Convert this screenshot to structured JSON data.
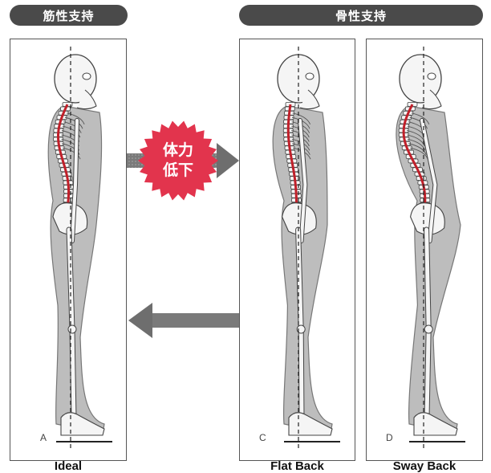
{
  "headers": {
    "muscle_support": "筋性支持",
    "bone_support": "骨性支持"
  },
  "badge": {
    "line1": "体力",
    "line2": "低下"
  },
  "panels": [
    {
      "letter": "A",
      "caption": "Ideal"
    },
    {
      "letter": "C",
      "caption": "Flat Back"
    },
    {
      "letter": "D",
      "caption": "Sway Back"
    }
  ],
  "colors": {
    "header_bg": "#4a4a4a",
    "badge": "#e2344d",
    "spine_curve": "#c0202a",
    "body_fill": "#bdbdbd",
    "bone_fill": "#f5f5f5",
    "arrow": "#6e6e6e"
  }
}
